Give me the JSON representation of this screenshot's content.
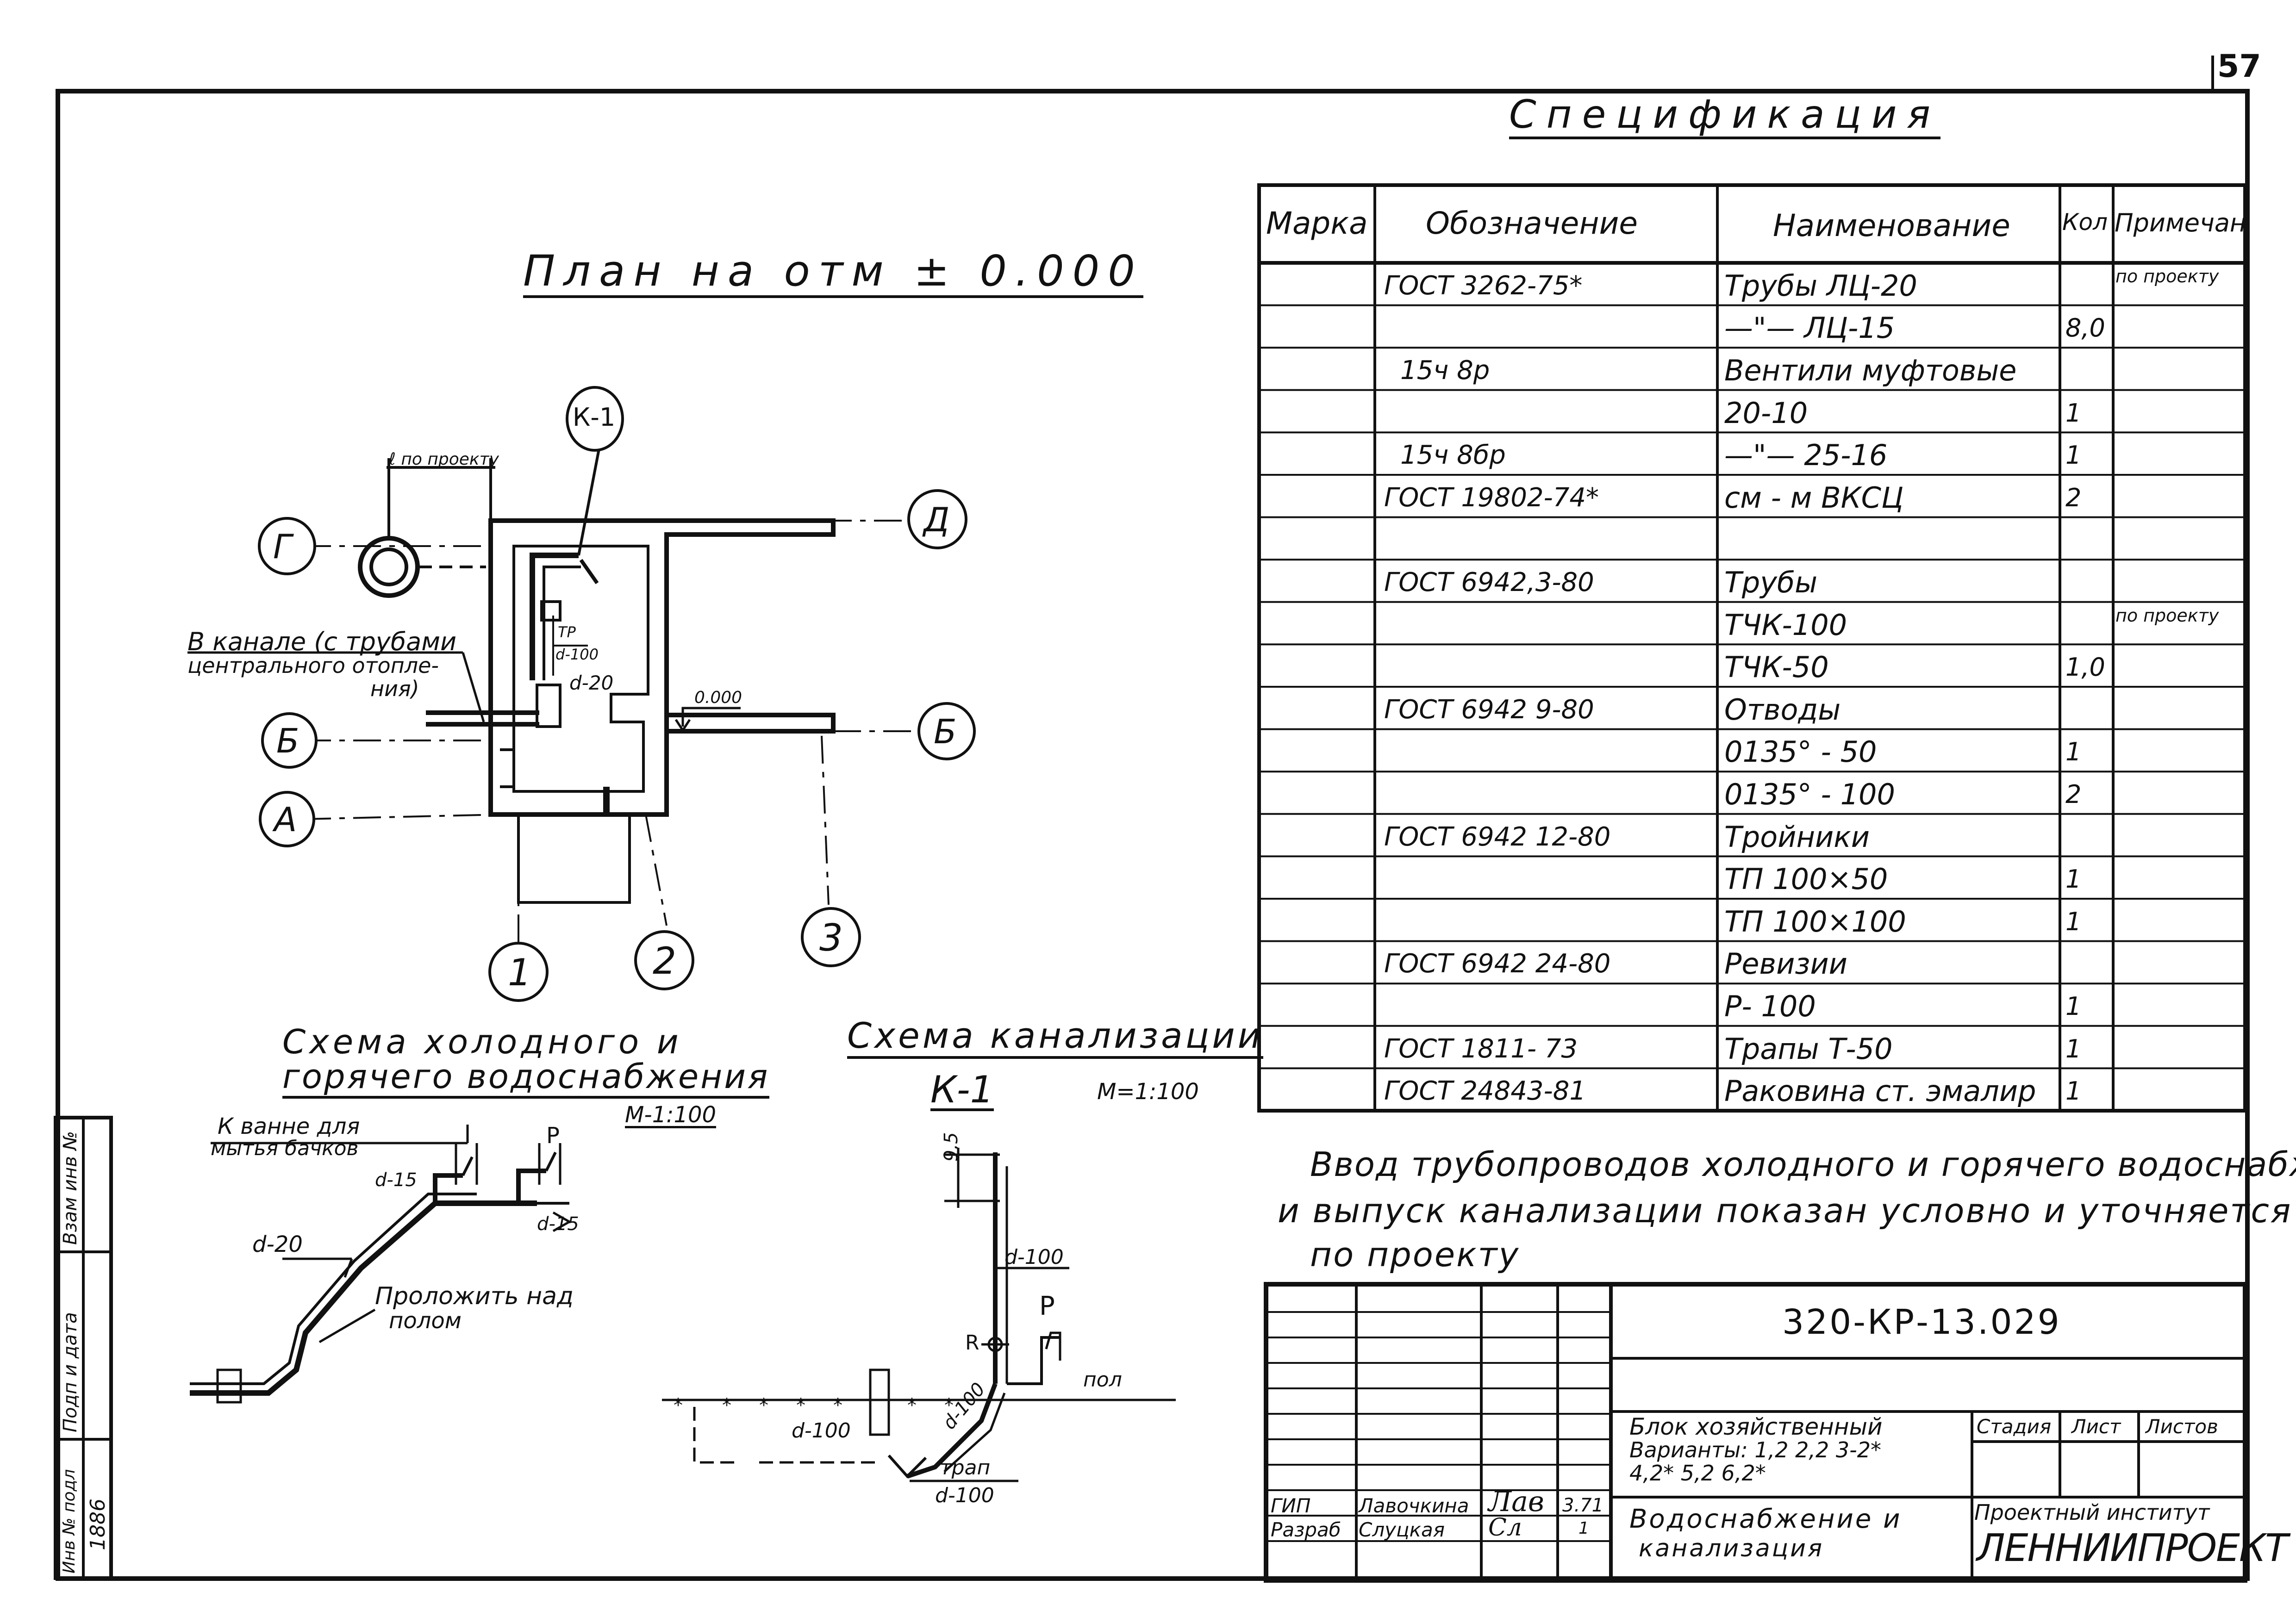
{
  "sheet": {
    "page_number": "57"
  },
  "plan": {
    "title": "План на отм ± 0.000",
    "k1_label": "К-1",
    "per_project_label": "ℓ по проекту",
    "channel_note_1": "В канале (с трубами",
    "channel_note_2": "центрального отопле-",
    "channel_note_3": "ния)",
    "tp_label": "ТР",
    "tp_d_label": "d-100",
    "d20_label": "d-20",
    "level_label": "0.000",
    "axes": [
      "Г",
      "Б",
      "А",
      "Д",
      "Б",
      "1",
      "2",
      "3"
    ]
  },
  "water_scheme": {
    "title_1": "Схема холодного и",
    "title_2": "горячего водоснабжения",
    "scale": "М-1:100",
    "bath_note_1": "К ванне для",
    "bath_note_2": "мытья бачков",
    "d15_a": "d-15",
    "d15_b": "d-15",
    "d20": "d-20",
    "p_label": "Р",
    "lay_note_1": "Проложить над",
    "lay_note_2": "полом"
  },
  "sewer_scheme": {
    "title": "Схема канализации",
    "k1": "К-1",
    "scale": "М=1:100",
    "dim_95": "9,5",
    "d100_top": "d-100",
    "p_label": "Р",
    "r_label": "R",
    "floor_label": "пол",
    "d100_low": "d-100",
    "d100_diag": "d-100",
    "trap_label": "трап",
    "trap_d": "d-100"
  },
  "specification": {
    "title": "Спецификация",
    "headers": [
      "Марка",
      "Обозначение",
      "Наименование",
      "Кол",
      "Примечан"
    ],
    "rows": [
      [
        "",
        "ГОСТ  3262-75*",
        "Трубы ЛЦ-20",
        "",
        "по проекту"
      ],
      [
        "",
        "",
        "—\"— ЛЦ-15",
        "8,0",
        ""
      ],
      [
        "",
        "15ч 8р",
        "Вентили муфтовые",
        "",
        ""
      ],
      [
        "",
        "",
        "20-10",
        "1",
        ""
      ],
      [
        "",
        "15ч 8бр",
        "—\"— 25-16",
        "1",
        ""
      ],
      [
        "",
        "ГОСТ 19802-74*",
        "см - м ВКСЦ",
        "2",
        ""
      ],
      [
        "",
        "",
        "",
        "",
        ""
      ],
      [
        "",
        "ГОСТ 6942,3-80",
        "Трубы",
        "",
        ""
      ],
      [
        "",
        "",
        "ТЧК-100",
        "",
        "по проекту"
      ],
      [
        "",
        "",
        "ТЧК-50",
        "1,0",
        ""
      ],
      [
        "",
        "ГОСТ 6942 9-80",
        "Отводы",
        "",
        ""
      ],
      [
        "",
        "",
        "0135° - 50",
        "1",
        ""
      ],
      [
        "",
        "",
        "0135° - 100",
        "2",
        ""
      ],
      [
        "",
        "ГОСТ 6942 12-80",
        "Тройники",
        "",
        ""
      ],
      [
        "",
        "",
        "ТП 100×50",
        "1",
        ""
      ],
      [
        "",
        "",
        "ТП 100×100",
        "1",
        ""
      ],
      [
        "",
        "ГОСТ 6942 24-80",
        "Ревизии",
        "",
        ""
      ],
      [
        "",
        "",
        "Р- 100",
        "1",
        ""
      ],
      [
        "",
        "ГОСТ 1811- 73",
        "Трапы  Т-50",
        "1",
        ""
      ],
      [
        "",
        "ГОСТ 24843-81",
        "Раковина ст. эмалир",
        "1",
        ""
      ]
    ]
  },
  "note": {
    "line1": "Ввод трубопроводов холодного и горячего водоснабжения",
    "line2": "и выпуск канализации показан условно и уточняется",
    "line3": "по проекту"
  },
  "title_block": {
    "doc_code": "320-КР-13.029",
    "block_name_1": "Блок хозяйственный",
    "block_name_2": "Варианты: 1,2  2,2  3-2*",
    "block_name_3": "4,2*  5,2  6,2*",
    "stage_header": "Стадия",
    "sheet_header": "Лист",
    "sheets_header": "Листов",
    "role_1": "ГИП",
    "name_1": "Лавочкина",
    "sign_1": "Лав",
    "date_1": "3.71",
    "role_2": "Разраб",
    "name_2": "Слуцкая",
    "sign_2": "Сл",
    "date_2": "1",
    "subject_1": "Водоснабжение и",
    "subject_2": "канализация",
    "org_1": "Проектный институт",
    "org_2": "ЛЕННИИПРОЕКТ"
  },
  "side_stamp": {
    "col1": "Взам инв №",
    "col2": "Подп и дата",
    "col3": "Инв № подл",
    "value": "1886"
  }
}
